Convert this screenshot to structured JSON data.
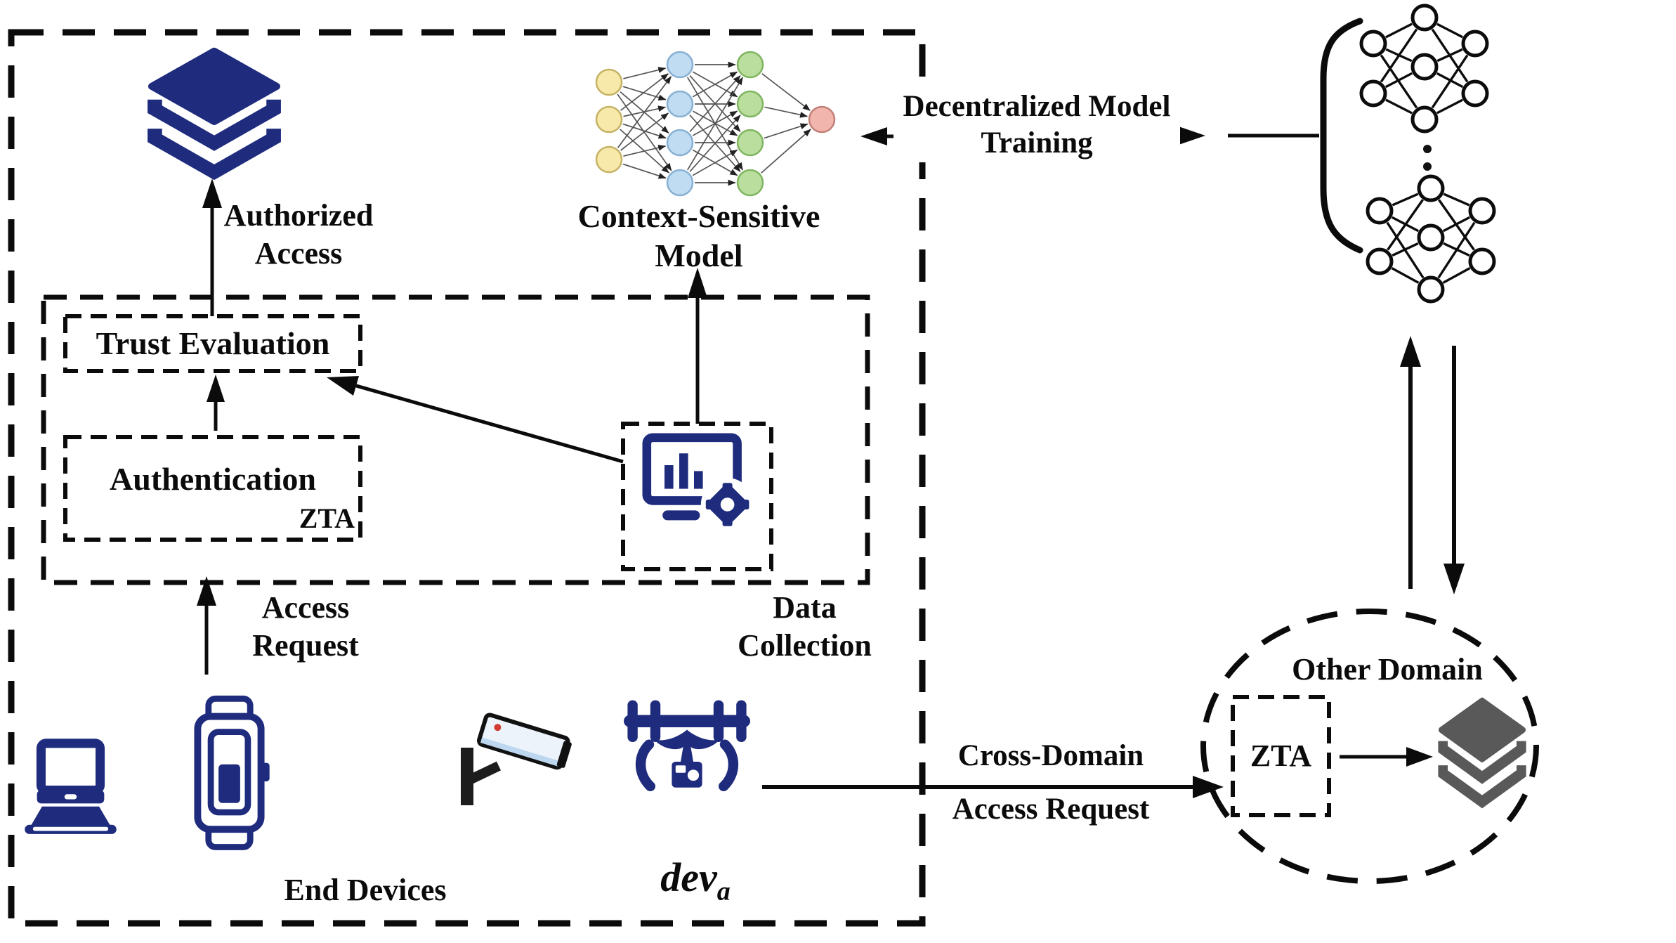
{
  "colors": {
    "navy": "#1f2c7e",
    "gray_layers": "#595959",
    "line_black": "#0b0b0b",
    "nn_yellow_fill": "#f7e9a9",
    "nn_yellow_stroke": "#c5b264",
    "nn_blue_fill": "#c0dcf2",
    "nn_blue_stroke": "#88b0d2",
    "nn_green_fill": "#bade9e",
    "nn_green_stroke": "#7fb55f",
    "nn_pink_fill": "#f1b5ad",
    "nn_pink_stroke": "#c08077",
    "camera_body": "#edf3fb",
    "camera_stripe": "#bcd7ef",
    "camera_dot": "#d23b33"
  },
  "icons": {
    "layers-icon": "stacked data/resource layers (navy)",
    "gray-layers-icon": "stacked data/resource layers (gray)",
    "context-nn-icon": "colored feed-forward neural network",
    "small-nn-icon": "outline feed-forward neural network",
    "data-collection-icon": "monitor with bar chart and gear",
    "laptop-icon": "laptop computer",
    "smartwatch-icon": "smart watch",
    "cctv-icon": "surveillance camera",
    "drone-icon": "quadcopter drone with camera"
  },
  "left_domain": {
    "authorized_access": {
      "line1": "Authorized",
      "line2": "Access"
    },
    "trust_evaluation_label": "Trust Evaluation",
    "authentication_label": "Authentication",
    "zta_label": "ZTA",
    "access_request": {
      "line1": "Access",
      "line2": "Request"
    },
    "context_model": {
      "line1": "Context-Sensitive",
      "line2": "Model"
    },
    "data_collection": {
      "line1": "Data",
      "line2": "Collection"
    },
    "end_devices_label": "End Devices",
    "device_var": {
      "base": "dev",
      "sub": "a"
    }
  },
  "right_side": {
    "training": {
      "line1": "Decentralized Model",
      "line2": "Training"
    },
    "cross_domain_line1": "Cross-Domain",
    "cross_domain_line2": "Access Request",
    "other_domain": {
      "title": "Other Domain",
      "zta_label": "ZTA"
    }
  }
}
